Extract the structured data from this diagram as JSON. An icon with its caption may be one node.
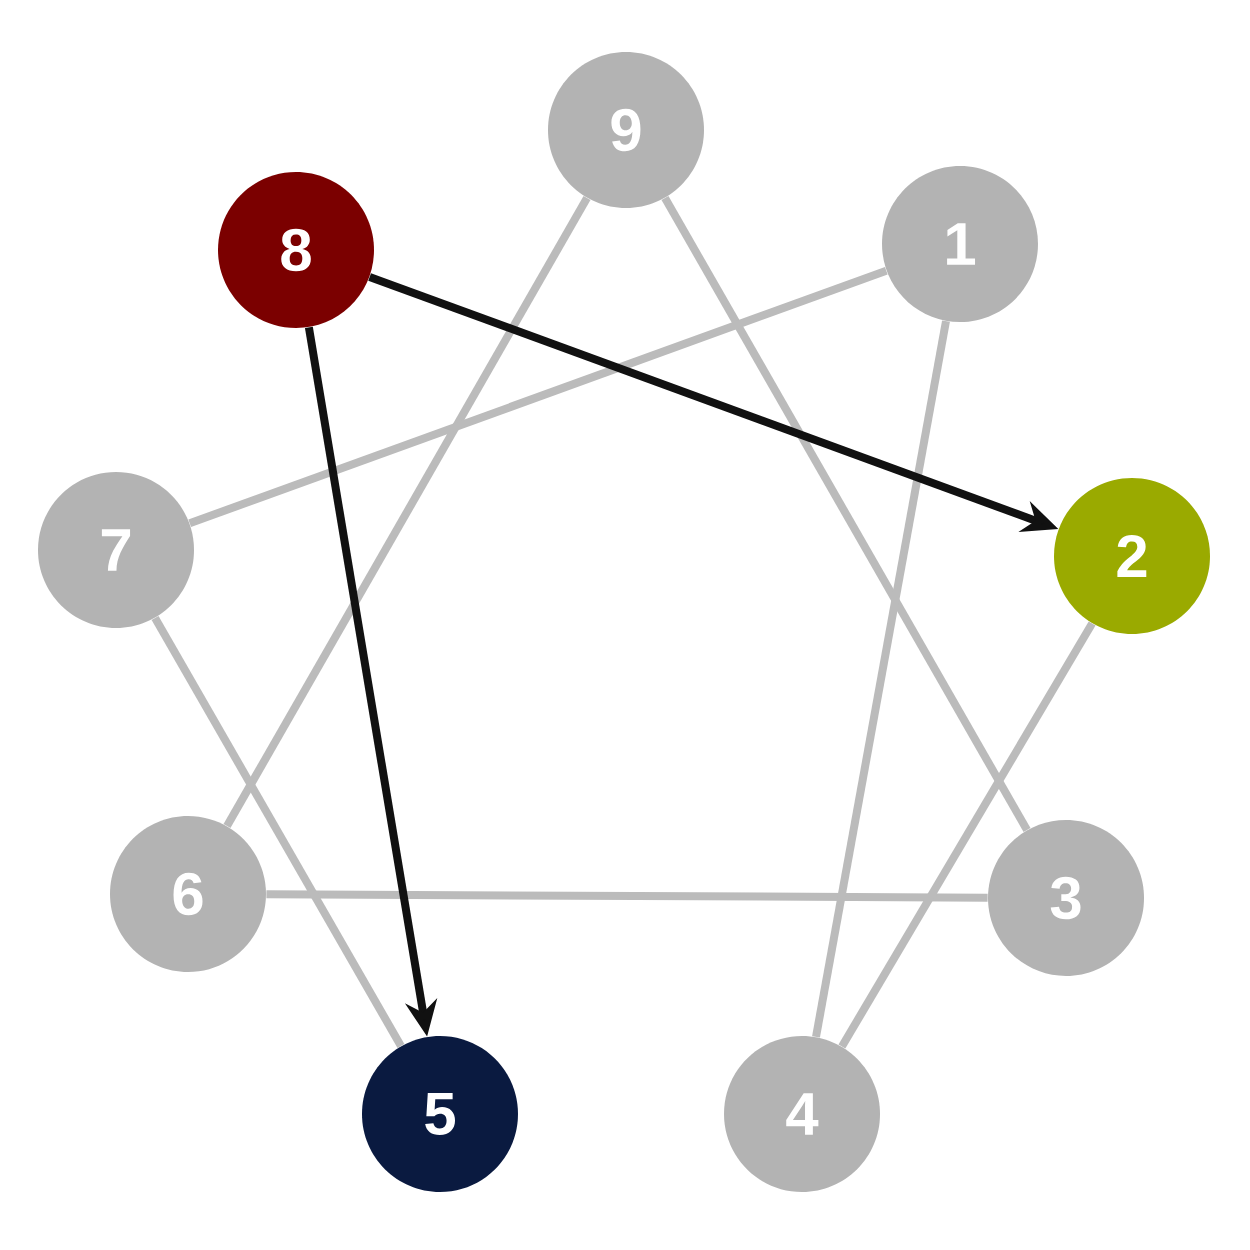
{
  "diagram": {
    "nodes": [
      {
        "text": [
          "9"
        ]
      },
      {
        "text": [
          "8"
        ]
      },
      {
        "text": [
          "1"
        ]
      },
      {
        "text": [
          "7"
        ]
      },
      {
        "text": [
          "2"
        ]
      },
      {
        "text": [
          "6"
        ]
      },
      {
        "text": [
          "3"
        ]
      },
      {
        "text": [
          "5"
        ]
      },
      {
        "text": [
          "4"
        ]
      }
    ],
    "edges": [
      {
        "from": 0,
        "to": 6,
        "arrow": "none"
      },
      {
        "from": 0,
        "to": 5,
        "arrow": "none"
      },
      {
        "from": 5,
        "to": 6,
        "arrow": "none"
      },
      {
        "from": 2,
        "to": 3,
        "arrow": "none"
      },
      {
        "from": 2,
        "to": 8,
        "arrow": "none"
      },
      {
        "from": 8,
        "to": 4,
        "arrow": "none"
      },
      {
        "from": 3,
        "to": 7,
        "arrow": "none"
      },
      {
        "from": 1,
        "to": 4,
        "arrow": "to",
        "color": "#111111"
      },
      {
        "from": 1,
        "to": 7,
        "arrow": "to",
        "color": "#111111"
      }
    ]
  }
}
